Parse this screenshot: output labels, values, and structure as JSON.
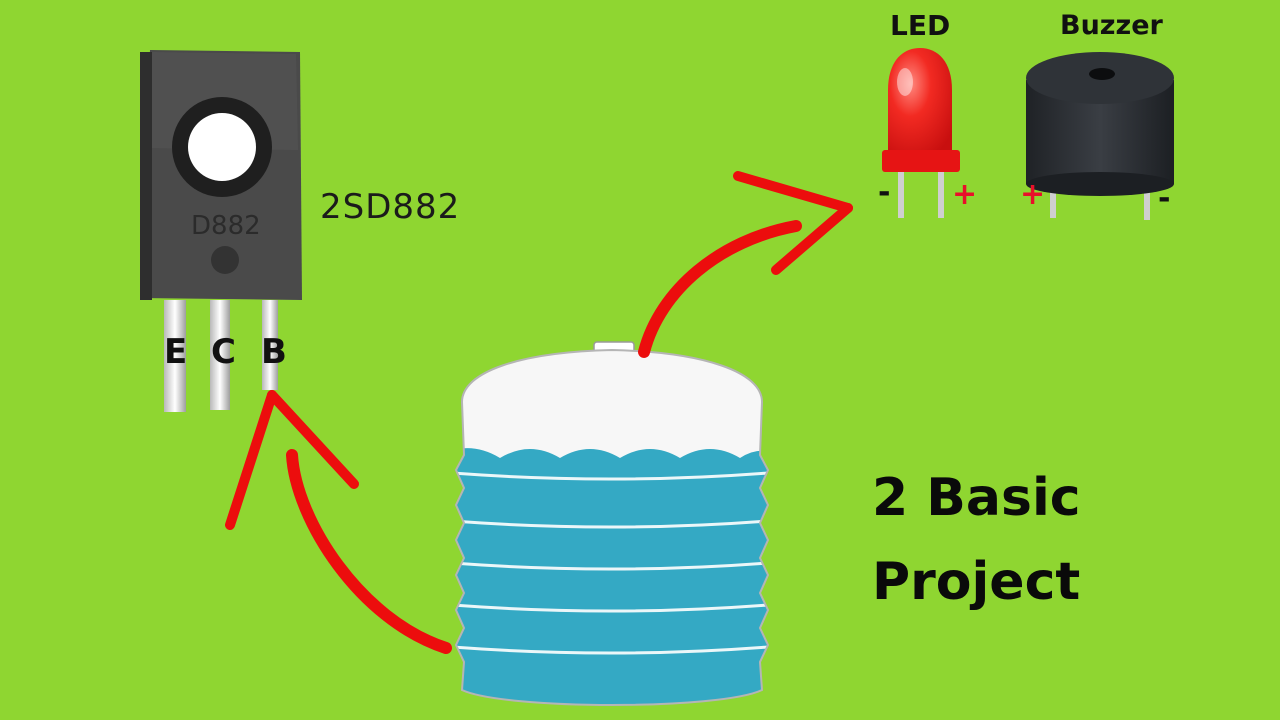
{
  "colors": {
    "background": "#8fd631",
    "arrow": "#ec0d0d",
    "water": "#34a9c4",
    "led": "#ee1c1c",
    "buzzer": "#2c2f33",
    "transistor": "#3a3a3a"
  },
  "transistor": {
    "part_number": "2SD882",
    "body_marking": "D882",
    "pins": [
      "E",
      "C",
      "B"
    ]
  },
  "led": {
    "label": "LED",
    "neg": "-",
    "pos": "+"
  },
  "buzzer": {
    "label": "Buzzer",
    "pos": "+",
    "neg": "-"
  },
  "title": {
    "line1": "2 Basic",
    "line2": "Project"
  },
  "icons": {
    "transistor": "transistor-icon",
    "led": "led-icon",
    "buzzer": "buzzer-icon",
    "tank": "water-tank-icon",
    "arrow": "curved-arrow-icon"
  }
}
